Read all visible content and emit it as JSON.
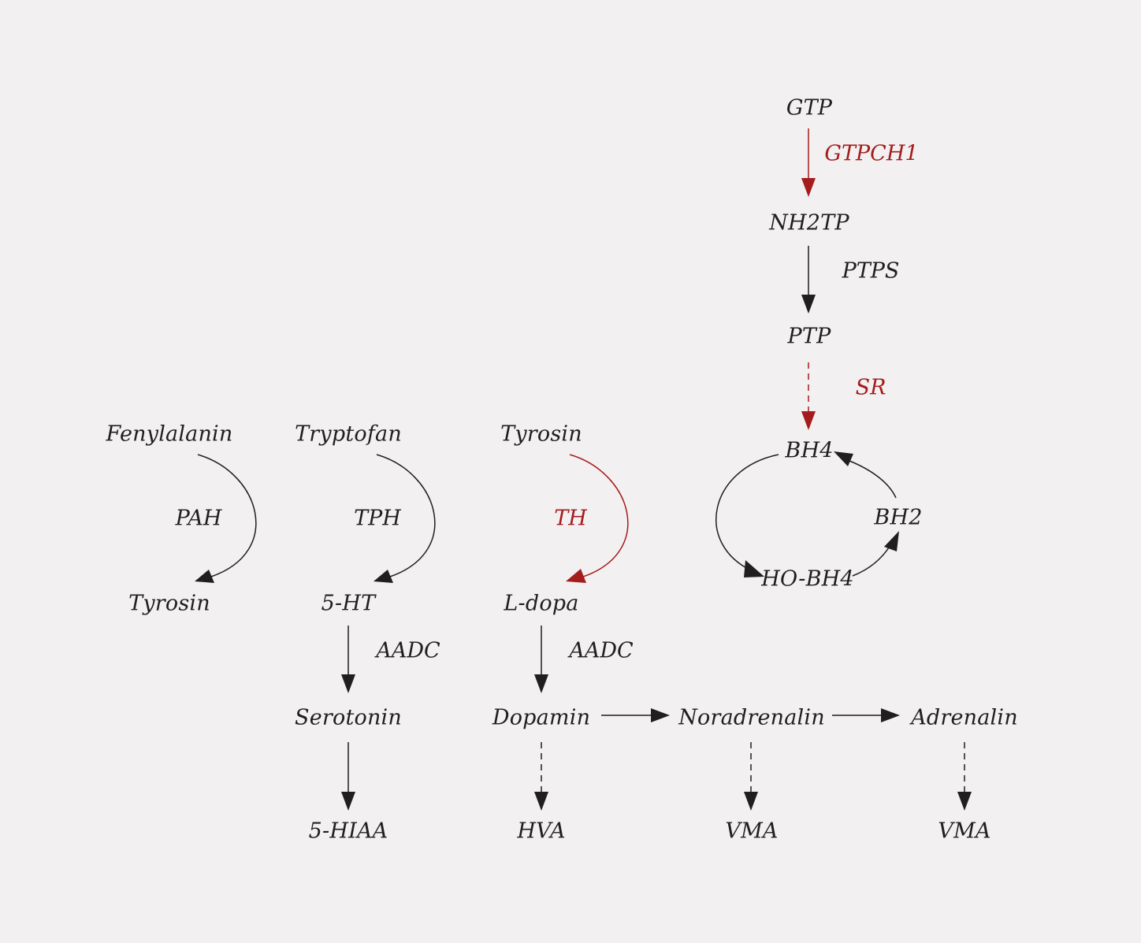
{
  "colors": {
    "background": "#f2f0f1",
    "text": "#1f1f1f",
    "highlight": "#a51c1c"
  },
  "nodes": {
    "gtp": "GTP",
    "nh2tp": "NH2TP",
    "ptp": "PTP",
    "bh4": "BH4",
    "bh2": "BH2",
    "ho_bh4": "HO-BH4",
    "fenylalanin": "Fenylalanin",
    "tyrosin_product": "Tyrosin",
    "tryptofan": "Tryptofan",
    "five_ht": "5-HT",
    "serotonin": "Serotonin",
    "five_hiaa": "5-HIAA",
    "tyrosin": "Tyrosin",
    "l_dopa": "L-dopa",
    "dopamin": "Dopamin",
    "hva": "HVA",
    "noradrenalin": "Noradrenalin",
    "vma_1": "VMA",
    "adrenalin": "Adrenalin",
    "vma_2": "VMA"
  },
  "enzymes": {
    "gtpch1": {
      "label": "GTPCH1",
      "highlighted": true
    },
    "ptps": {
      "label": "PTPS",
      "highlighted": false
    },
    "sr": {
      "label": "SR",
      "highlighted": true
    },
    "pah": {
      "label": "PAH",
      "highlighted": false
    },
    "tph": {
      "label": "TPH",
      "highlighted": false
    },
    "th": {
      "label": "TH",
      "highlighted": true
    },
    "aadc_1": {
      "label": "AADC",
      "highlighted": false
    },
    "aadc_2": {
      "label": "AADC",
      "highlighted": false
    }
  },
  "edges": [
    {
      "from": "GTP",
      "to": "NH2TP",
      "enzyme": "GTPCH1",
      "style": "solid",
      "color": "red"
    },
    {
      "from": "NH2TP",
      "to": "PTP",
      "enzyme": "PTPS",
      "style": "solid",
      "color": "black"
    },
    {
      "from": "PTP",
      "to": "BH4",
      "enzyme": "SR",
      "style": "dashed",
      "color": "red"
    },
    {
      "from": "BH4",
      "to": "HO-BH4",
      "style": "solid",
      "color": "black"
    },
    {
      "from": "HO-BH4",
      "to": "BH2",
      "style": "solid",
      "color": "black"
    },
    {
      "from": "BH2",
      "to": "BH4",
      "style": "solid",
      "color": "black"
    },
    {
      "from": "Fenylalanin",
      "to": "Tyrosin",
      "enzyme": "PAH",
      "style": "solid",
      "color": "black"
    },
    {
      "from": "Tryptofan",
      "to": "5-HT",
      "enzyme": "TPH",
      "style": "solid",
      "color": "black"
    },
    {
      "from": "5-HT",
      "to": "Serotonin",
      "enzyme": "AADC",
      "style": "solid",
      "color": "black"
    },
    {
      "from": "Serotonin",
      "to": "5-HIAA",
      "style": "solid",
      "color": "black"
    },
    {
      "from": "Tyrosin",
      "to": "L-dopa",
      "enzyme": "TH",
      "style": "solid",
      "color": "red"
    },
    {
      "from": "L-dopa",
      "to": "Dopamin",
      "enzyme": "AADC",
      "style": "solid",
      "color": "black"
    },
    {
      "from": "Dopamin",
      "to": "Noradrenalin",
      "style": "solid",
      "color": "black"
    },
    {
      "from": "Noradrenalin",
      "to": "Adrenalin",
      "style": "solid",
      "color": "black"
    },
    {
      "from": "Dopamin",
      "to": "HVA",
      "style": "dashed",
      "color": "black"
    },
    {
      "from": "Noradrenalin",
      "to": "VMA",
      "style": "dashed",
      "color": "black"
    },
    {
      "from": "Adrenalin",
      "to": "VMA",
      "style": "dashed",
      "color": "black"
    }
  ]
}
